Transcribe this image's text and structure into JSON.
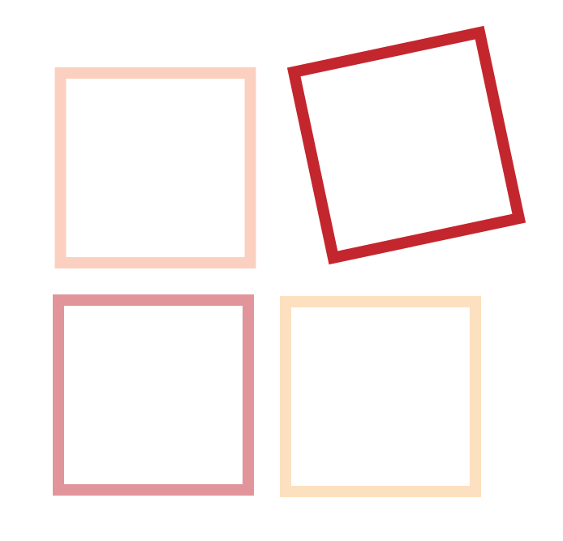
{
  "background": "#ffffff",
  "squares": [
    {
      "name": "square-peach-outline",
      "color": "#fbd0c0",
      "rotation_deg": 0
    },
    {
      "name": "square-red-outline-tilted",
      "color": "#c4262e",
      "rotation_deg": -12
    },
    {
      "name": "square-rose-outline",
      "color": "#e1959a",
      "rotation_deg": 0
    },
    {
      "name": "square-cream-outline",
      "color": "#fde0c0",
      "rotation_deg": 0
    }
  ]
}
